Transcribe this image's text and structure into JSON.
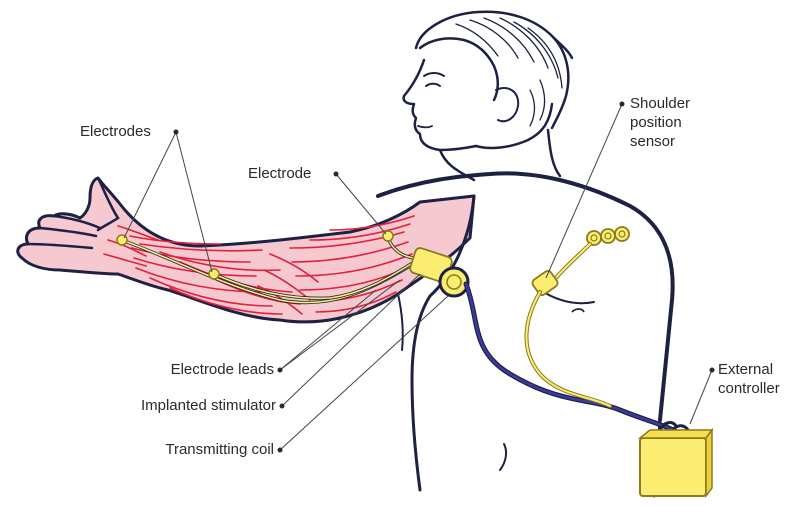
{
  "labels": {
    "electrodes": "Electrodes",
    "electrode": "Electrode",
    "shoulder_sensor": [
      "Shoulder",
      "position",
      "sensor"
    ],
    "electrode_leads": "Electrode leads",
    "implanted_stimulator": "Implanted stimulator",
    "transmitting_coil": "Transmitting coil",
    "external_controller": [
      "External",
      "controller"
    ]
  },
  "colors": {
    "outline": "#1d2144",
    "muscle": "#e3213d",
    "muscle_fill": "#f4b9c4",
    "device_yellow": "#fbee73",
    "device_stroke": "#8c7a1c",
    "coil_cable": "#3b3aa0",
    "leader_line": "#444444"
  }
}
